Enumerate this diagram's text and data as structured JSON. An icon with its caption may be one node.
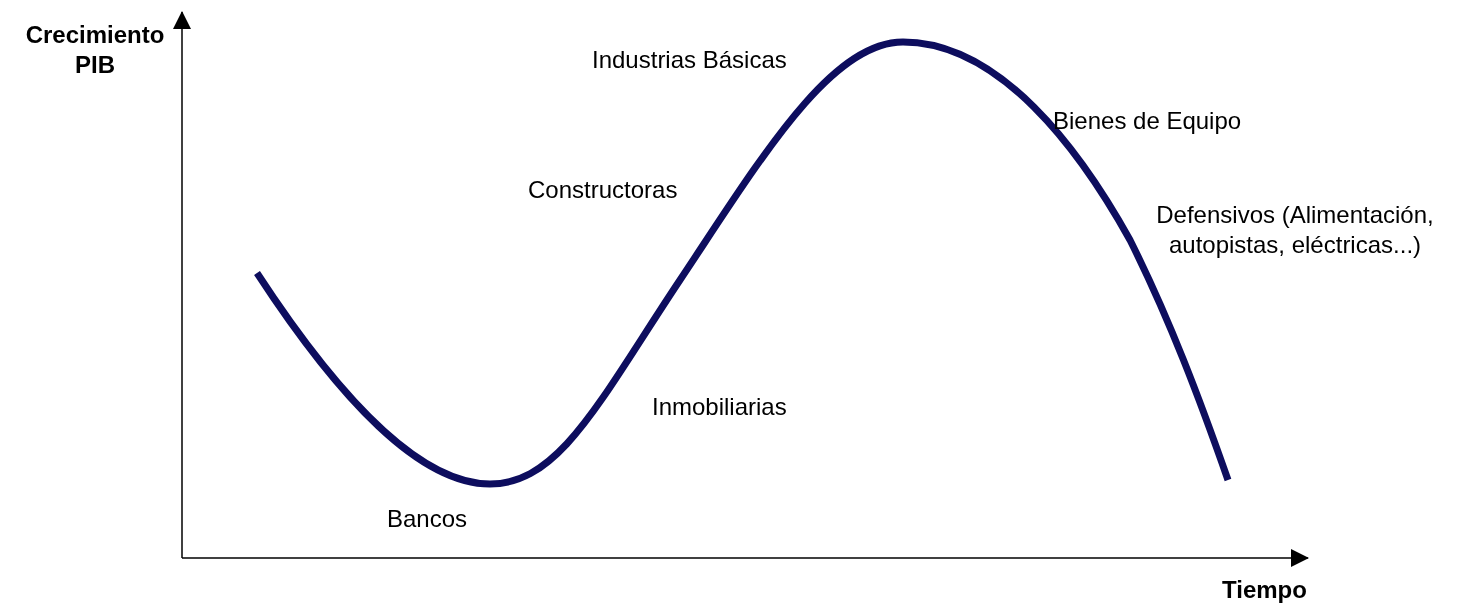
{
  "diagram": {
    "labels": [
      "Crecimiento PIB",
      "Industrias Básicas",
      "Bienes de Equipo",
      "Constructoras",
      "Defensivos (Alimentación, autopistas, eléctricas...)",
      "Inmobiliarias",
      "Bancos",
      "Tiempo"
    ]
  }
}
